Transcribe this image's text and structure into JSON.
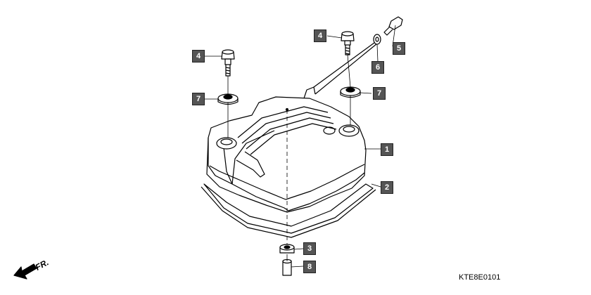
{
  "diagram": {
    "code": "KTE8E0101",
    "front_label": "FR.",
    "callouts": {
      "c1": "1",
      "c2": "2",
      "c3": "3",
      "c4a": "4",
      "c4b": "4",
      "c5": "5",
      "c6": "6",
      "c7a": "7",
      "c7b": "7",
      "c8": "8"
    },
    "colors": {
      "callout_fill": "#555555",
      "line": "#000000"
    }
  }
}
